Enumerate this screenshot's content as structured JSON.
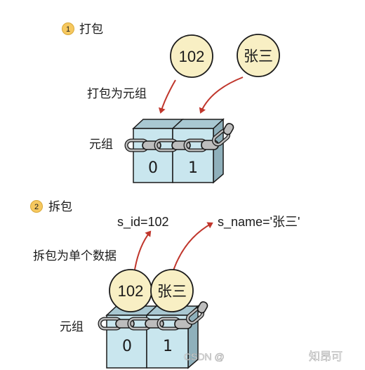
{
  "section1": {
    "number": "1",
    "title": "打包",
    "value_a": "102",
    "value_b": "张三",
    "arrow_label": "打包为元组",
    "tuple_label": "元组",
    "index_0": "0",
    "index_1": "1"
  },
  "section2": {
    "number": "2",
    "title": "拆包",
    "var_a": "s_id=102",
    "var_b": "s_name='张三'",
    "arrow_label": "拆包为单个数据",
    "value_a": "102",
    "value_b": "张三",
    "tuple_label": "元组",
    "index_0": "0",
    "index_1": "1"
  },
  "watermark": {
    "left": "CSDN @",
    "right": "知昂可"
  },
  "colors": {
    "badge_fill": "#f6c85f",
    "ball_fill": "#f8efc4",
    "box_front": "#c9e6ee",
    "box_top": "#a9c8d2",
    "box_side": "#8fb0bb",
    "chain_fill": "#bdbdbd",
    "arrow": "#c0362c",
    "outline": "#1a1a1a"
  }
}
